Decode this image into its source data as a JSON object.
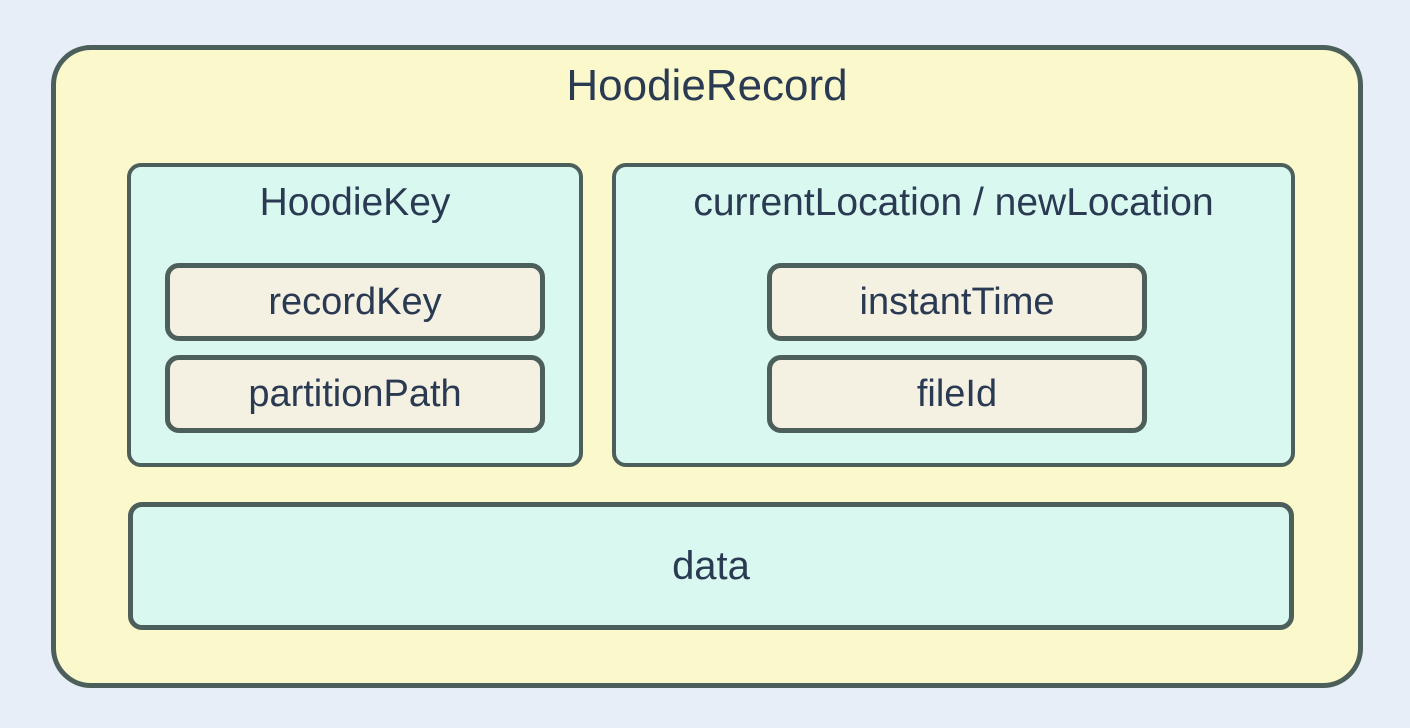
{
  "diagram": {
    "root": {
      "title": "HoodieRecord"
    },
    "hoodie_key": {
      "title": "HoodieKey",
      "fields": [
        "recordKey",
        "partitionPath"
      ]
    },
    "location": {
      "title": "currentLocation / newLocation",
      "fields": [
        "instantTime",
        "fileId"
      ]
    },
    "data_field": {
      "label": "data"
    },
    "colors": {
      "page_background": "#e8eef7",
      "record_fill": "#fbf9cc",
      "group_fill": "#d9f8f0",
      "field_fill": "#f4f1e3",
      "border": "#4d5f5b",
      "text": "#2a3a52"
    }
  }
}
